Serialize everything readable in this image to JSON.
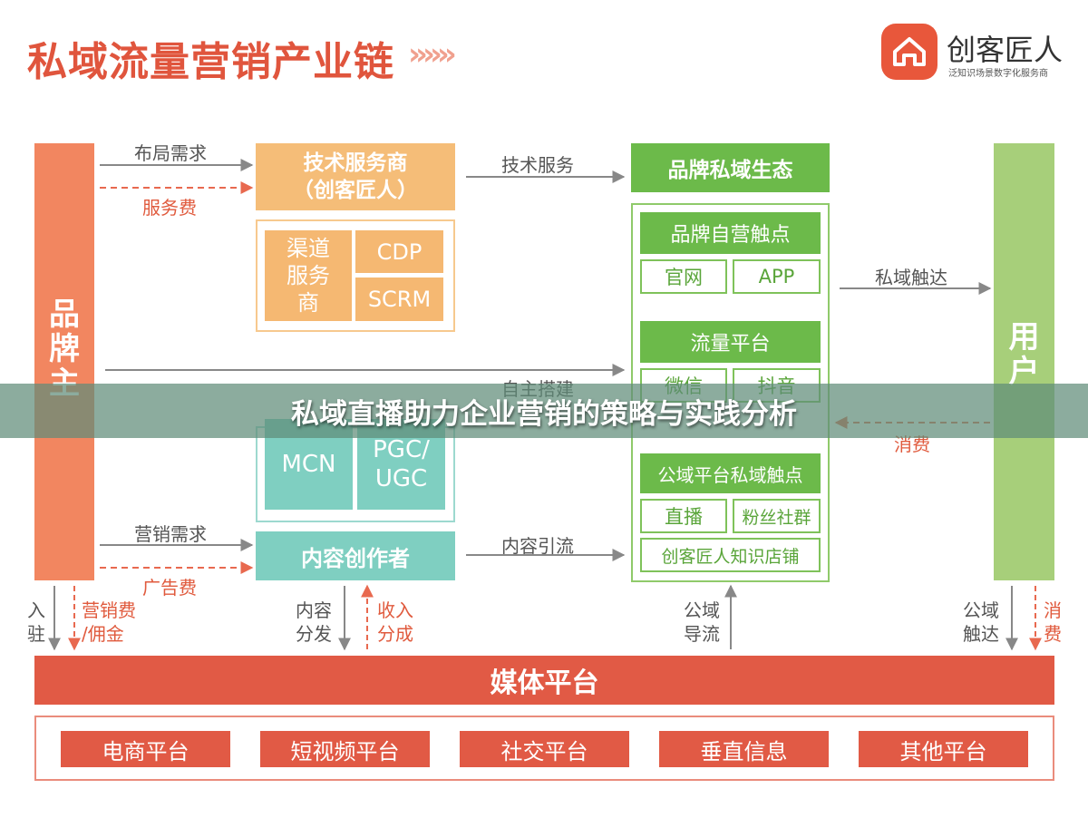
{
  "title": "私域流量营销产业链",
  "title_arrows": "»»»",
  "logo": {
    "icon": "house-logo-icon",
    "name": "创客匠人",
    "tagline": "泛知识场景数字化服务商",
    "color": "#e8573b"
  },
  "nodes": {
    "brand_owner": "品牌主",
    "user": "用户",
    "tech_provider": {
      "line1": "技术服务商",
      "line2": "（创客匠人）"
    },
    "tech_parts": {
      "channel": "渠道服务商",
      "cdp": "CDP",
      "scrm": "SCRM"
    },
    "content_parts": {
      "mcn": "MCN",
      "pgc": "PGC/",
      "ugc": "UGC"
    },
    "content_creator": "内容创作者",
    "ecosystem": {
      "title": "品牌私域生态",
      "groups": [
        {
          "title": "品牌自营触点",
          "items": [
            "官网",
            "APP"
          ]
        },
        {
          "title": "流量平台",
          "items": [
            "微信",
            "抖音"
          ]
        },
        {
          "title": "公域平台私域触点",
          "items": [
            "直播",
            "粉丝社群",
            "创客匠人知识店铺"
          ]
        }
      ]
    },
    "media_platform": "媒体平台",
    "platforms": [
      "电商平台",
      "短视频平台",
      "社交平台",
      "垂直信息",
      "其他平台"
    ]
  },
  "edges": {
    "layout_demand": "布局需求",
    "service_fee": "服务费",
    "tech_service": "技术服务",
    "self_build": "自主搭建",
    "marketing_demand": "营销需求",
    "ad_fee": "广告费",
    "content_drainage": "内容引流",
    "private_reach": "私域触达",
    "consume": "消费",
    "entry": [
      "入",
      "驻"
    ],
    "marketing_fee": [
      "营销费",
      "/佣金"
    ],
    "content_distribution": [
      "内容",
      "分发"
    ],
    "revenue_share": [
      "收入",
      "分成"
    ],
    "public_drainage": [
      "公域",
      "导流"
    ],
    "public_reach": [
      "公域",
      "触达"
    ],
    "consume_bottom": [
      "消",
      "费"
    ]
  },
  "banner": "私域直播助力企业营销的策略与实践分析",
  "colors": {
    "primary_red": "#e15a45",
    "orange": "#f5b872",
    "teal": "#7fcfc1",
    "green": "#6cba4a",
    "light_green": "#a7cf7a",
    "brand_orange": "#f28660"
  }
}
